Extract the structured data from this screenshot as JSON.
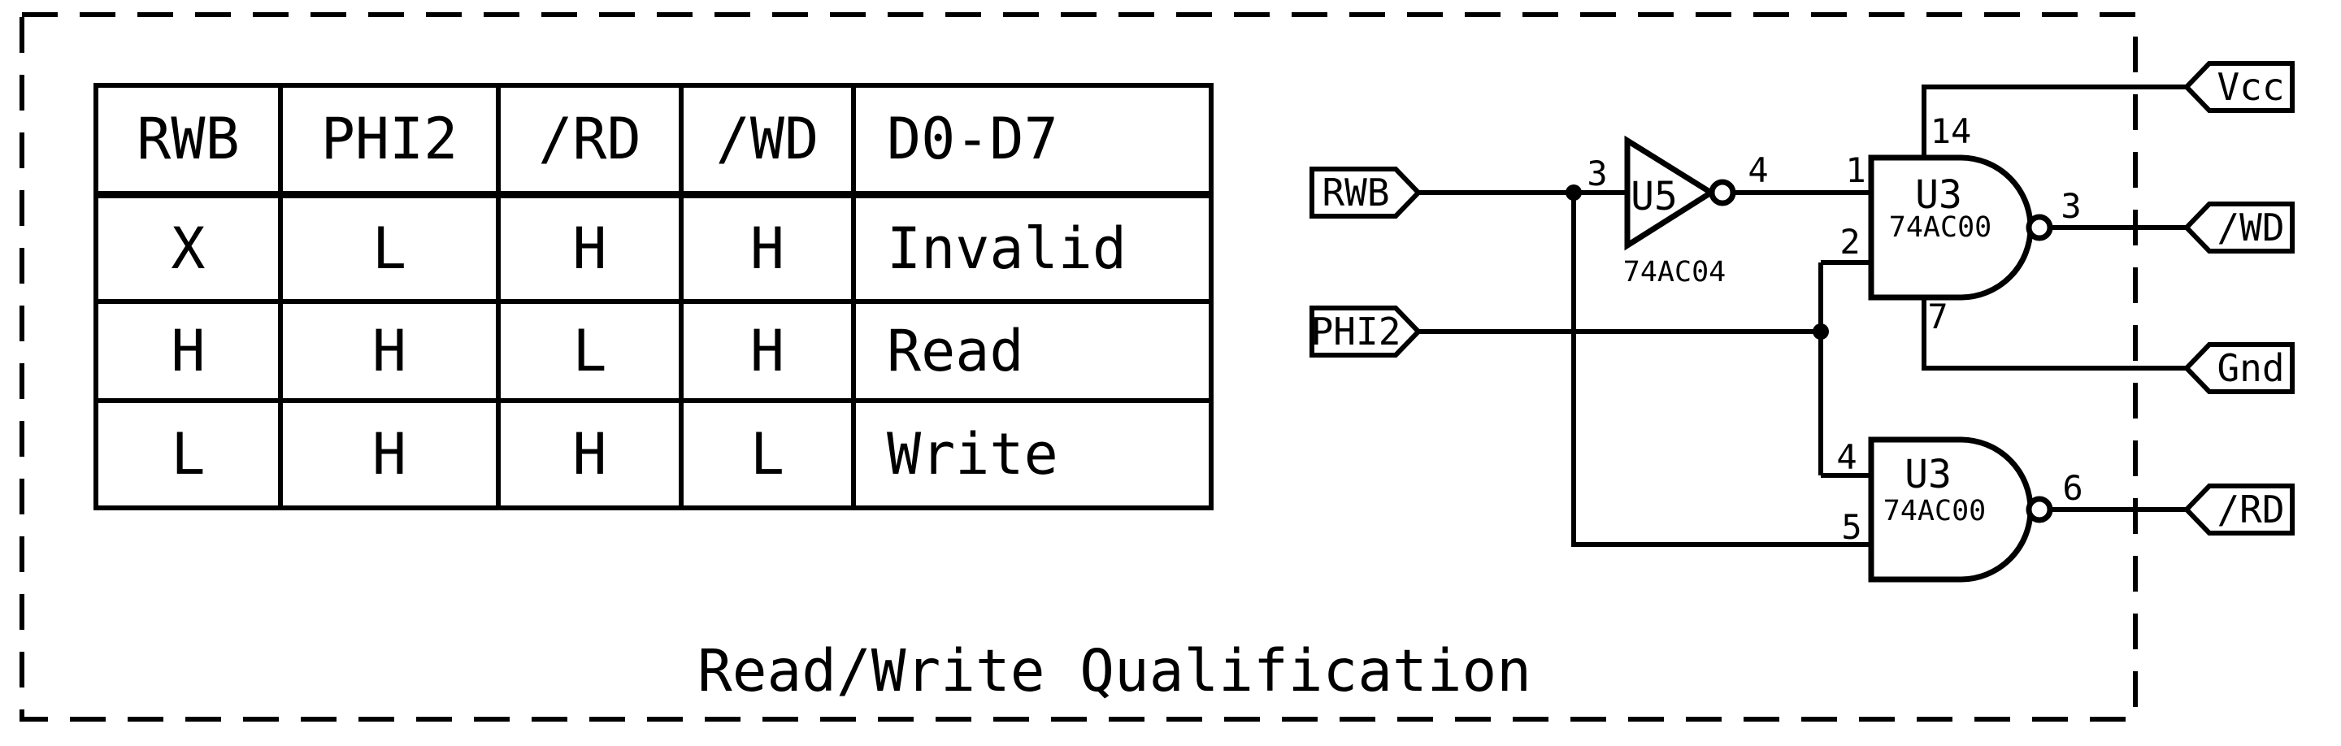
{
  "figure": {
    "title": "Read/Write Qualification",
    "ink_color": "#000000",
    "background_color": "#ffffff"
  },
  "truth_table": {
    "headers": [
      "RWB",
      "PHI2",
      "/RD",
      "/WD",
      "D0-D7"
    ],
    "rows": [
      [
        "X",
        "L",
        "H",
        "H",
        "Invalid"
      ],
      [
        "H",
        "H",
        "L",
        "H",
        "Read"
      ],
      [
        "L",
        "H",
        "H",
        "L",
        "Write"
      ]
    ]
  },
  "schematic": {
    "input_flags": [
      {
        "label": "RWB"
      },
      {
        "label": "PHI2"
      }
    ],
    "output_flags": [
      {
        "label": "Vcc"
      },
      {
        "label": "/WD"
      },
      {
        "label": "Gnd"
      },
      {
        "label": "/RD"
      }
    ],
    "inverter": {
      "ref": "U5",
      "part": "74AC04",
      "pin_in": "3",
      "pin_out": "4"
    },
    "nand_top": {
      "ref": "U3",
      "part": "74AC00",
      "pin_in1": "1",
      "pin_in2": "2",
      "pin_out": "3",
      "pin_vcc": "14",
      "pin_gnd": "7"
    },
    "nand_bottom": {
      "ref": "U3",
      "part": "74AC00",
      "pin_in1": "4",
      "pin_in2": "5",
      "pin_out": "6"
    }
  }
}
